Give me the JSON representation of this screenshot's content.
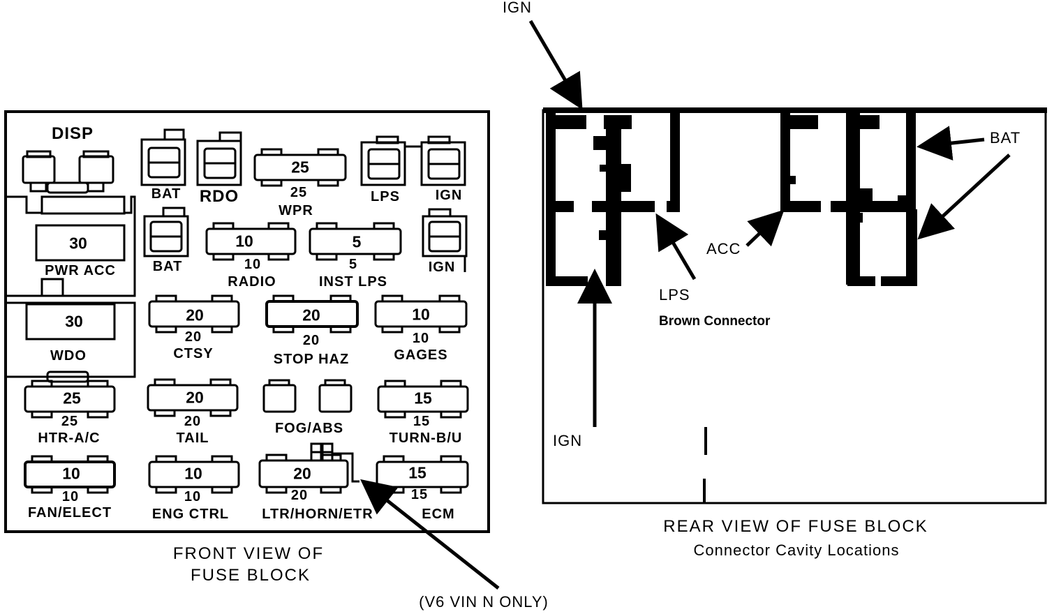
{
  "front": {
    "title_line1": "FRONT VIEW OF",
    "title_line2": "FUSE BLOCK",
    "note": "(V6 VIN N ONLY)",
    "disp_label": "DISP",
    "fuses": [
      {
        "id": "wpr",
        "value": "25",
        "sub": "25",
        "name": "WPR"
      },
      {
        "id": "pwr-acc",
        "value": "30",
        "name": "PWR ACC"
      },
      {
        "id": "radio",
        "value": "10",
        "sub": "10",
        "name": "RADIO"
      },
      {
        "id": "inst-lps",
        "value": "5",
        "sub": "5",
        "name": "INST LPS"
      },
      {
        "id": "wdo",
        "value": "30",
        "name": "WDO"
      },
      {
        "id": "ctsy",
        "value": "20",
        "sub": "20",
        "name": "CTSY"
      },
      {
        "id": "stop-haz",
        "value": "20",
        "sub": "20",
        "name": "STOP HAZ"
      },
      {
        "id": "gages",
        "value": "10",
        "sub": "10",
        "name": "GAGES"
      },
      {
        "id": "htr-ac",
        "value": "25",
        "sub": "25",
        "name": "HTR-A/C"
      },
      {
        "id": "tail",
        "value": "20",
        "sub": "20",
        "name": "TAIL"
      },
      {
        "id": "turn-bu",
        "value": "15",
        "sub": "15",
        "name": "TURN-B/U"
      },
      {
        "id": "fan-elect",
        "value": "10",
        "sub": "10",
        "name": "FAN/ELECT"
      },
      {
        "id": "eng-ctrl",
        "value": "10",
        "sub": "10",
        "name": "ENG CTRL"
      },
      {
        "id": "ltr-horn-etr",
        "value": "20",
        "sub": "20",
        "name": "LTR/HORN/ETR"
      },
      {
        "id": "ecm",
        "value": "15",
        "sub": "15",
        "name": "ECM"
      }
    ],
    "breakers": [
      {
        "id": "bat-top",
        "name": "BAT"
      },
      {
        "id": "rdo",
        "name": "RDO"
      },
      {
        "id": "lps",
        "name": "LPS"
      },
      {
        "id": "ign-top",
        "name": "IGN"
      },
      {
        "id": "bat-mid",
        "name": "BAT"
      },
      {
        "id": "ign-mid",
        "name": "IGN"
      }
    ],
    "fog_abs_label": "FOG/ABS"
  },
  "rear": {
    "title_line1": "REAR VIEW OF FUSE BLOCK",
    "title_line2": "Connector Cavity Locations",
    "labels": {
      "ign_top": "IGN",
      "bat": "BAT",
      "acc": "ACC",
      "lps": "LPS",
      "brown_connector": "Brown Connector",
      "ign_bottom": "IGN"
    }
  }
}
